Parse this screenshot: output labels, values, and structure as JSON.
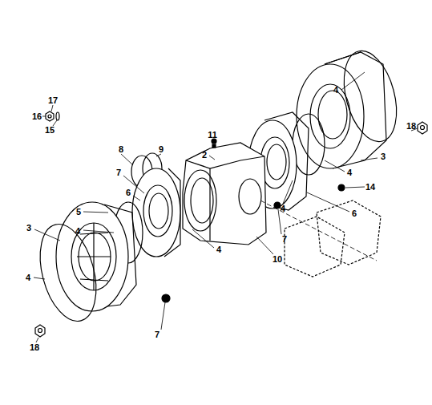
{
  "diagram": {
    "labels": [
      "4",
      "17",
      "16",
      "18",
      "15",
      "11",
      "8",
      "9",
      "2",
      "3",
      "4",
      "7",
      "14",
      "6",
      "5",
      "4",
      "6",
      "3",
      "4",
      "7",
      "4",
      "10",
      "4",
      "7",
      "18"
    ]
  }
}
